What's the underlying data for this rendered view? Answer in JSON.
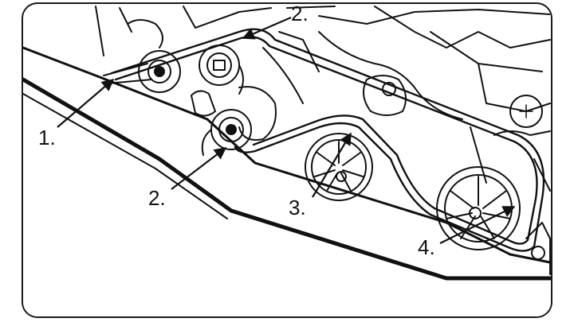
{
  "callouts": [
    {
      "label": "1."
    },
    {
      "label": "2."
    },
    {
      "label": "2."
    },
    {
      "label": "3."
    },
    {
      "label": "4."
    }
  ],
  "colors": {
    "ink": "#111111",
    "paper": "#ffffff",
    "frame": "#1a1a1a"
  }
}
